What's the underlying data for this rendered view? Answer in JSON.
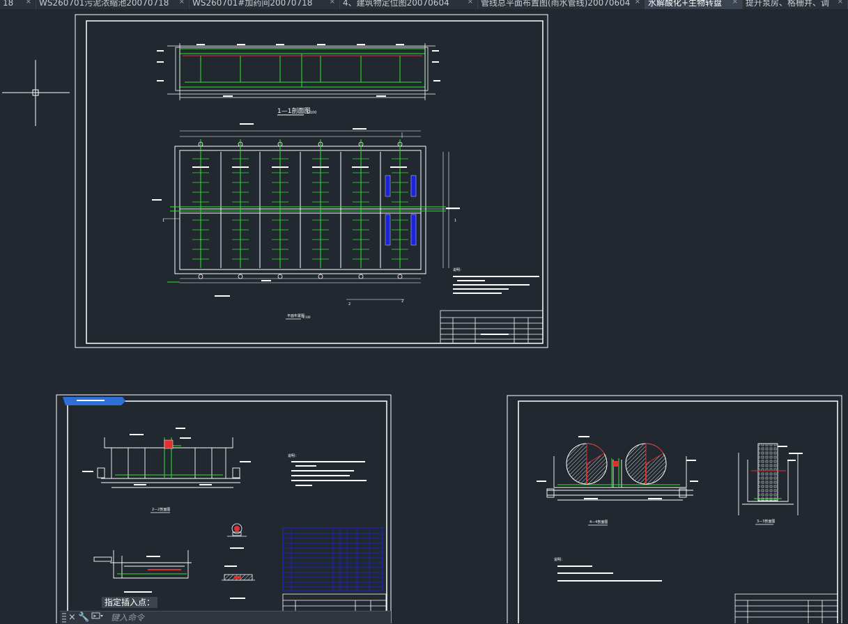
{
  "tabs": [
    {
      "label": "18"
    },
    {
      "label": "WS260701污泥浓缩池20070718"
    },
    {
      "label": "WS260701#加药间20070718"
    },
    {
      "label": "4、建筑物定位图20070604"
    },
    {
      "label": "管线总平面布置图(雨水管线)20070604"
    },
    {
      "label": "水解酸化+生物转盘",
      "active": true
    },
    {
      "label": "提升泵房、格栅井、调"
    }
  ],
  "tab_close_symbol": "×",
  "sheet1": {
    "section_title": "1—1剖面图",
    "plan_title": "平面布置图",
    "scale": "1:100",
    "notes_title": "说明：",
    "section_labels": [
      "1",
      "1",
      "2",
      "2"
    ]
  },
  "sheet2": {
    "section_title": "2—2剖面图",
    "notes_title": "说明："
  },
  "sheet3": {
    "section_title": "4—4剖面图",
    "section_title_b": "3—3剖面图",
    "notes_title": "说明："
  },
  "command": {
    "prompt": "指定插入点：",
    "placeholder": "键入命令",
    "close_symbol": "×",
    "wrench_symbol": "🔧"
  },
  "colors": {
    "background": "#212830",
    "frame": "#ffffff",
    "green": "#2ee62e",
    "blue": "#1a24d9",
    "red": "#e03030",
    "cyan": "#35c8e0"
  }
}
